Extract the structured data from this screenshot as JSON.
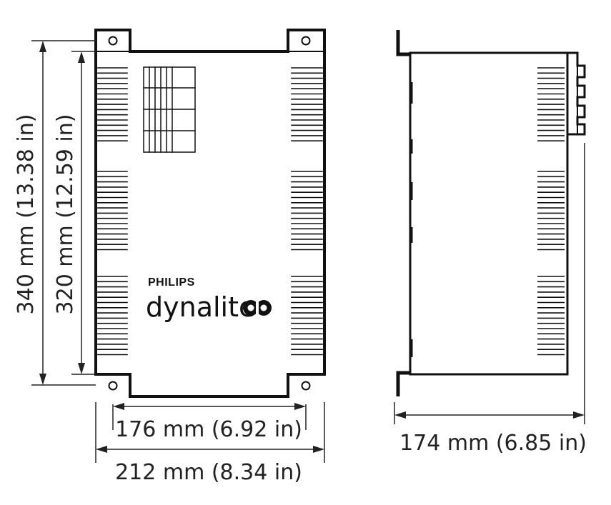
{
  "dimensions": {
    "overall_height": "340 mm (13.38 in)",
    "mounting_height": "320 mm (12.59 in)",
    "mounting_width": "176 mm (6.92 in)",
    "overall_width": "212 mm (8.34 in)",
    "depth": "174 mm (6.85 in)"
  },
  "brand": {
    "company": "PHILIPS",
    "product_line": "dynalite"
  },
  "colors": {
    "line": "#111111",
    "text": "#222222",
    "background": "#ffffff"
  }
}
